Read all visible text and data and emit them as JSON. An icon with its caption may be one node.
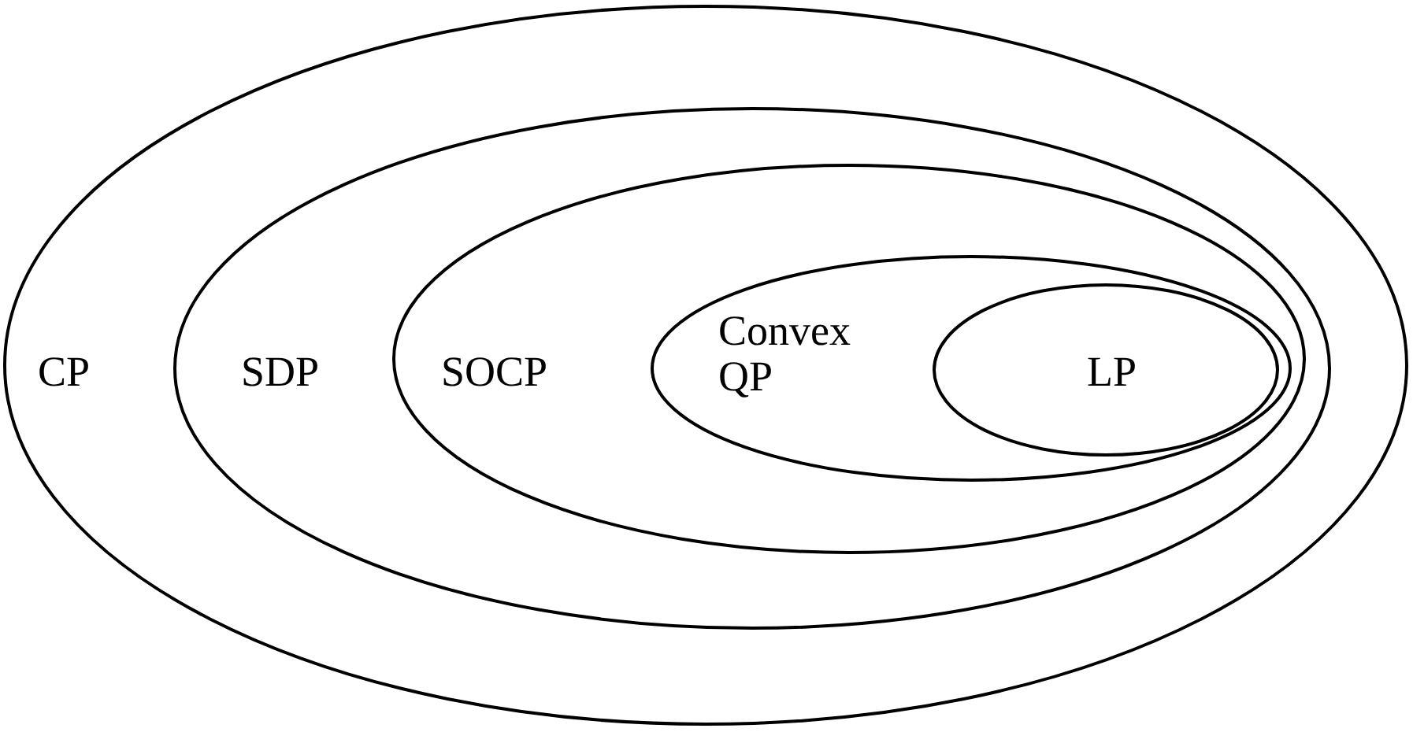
{
  "diagram": {
    "nodes": [
      {
        "text": [
          "CP"
        ]
      },
      {
        "text": [
          "SDP"
        ],
        "in": 0
      },
      {
        "text": [
          "SOCP"
        ],
        "in": 1
      },
      {
        "text": [
          "Convex QP"
        ],
        "in": 2
      },
      {
        "text": [
          "LP"
        ],
        "in": 3
      }
    ]
  }
}
